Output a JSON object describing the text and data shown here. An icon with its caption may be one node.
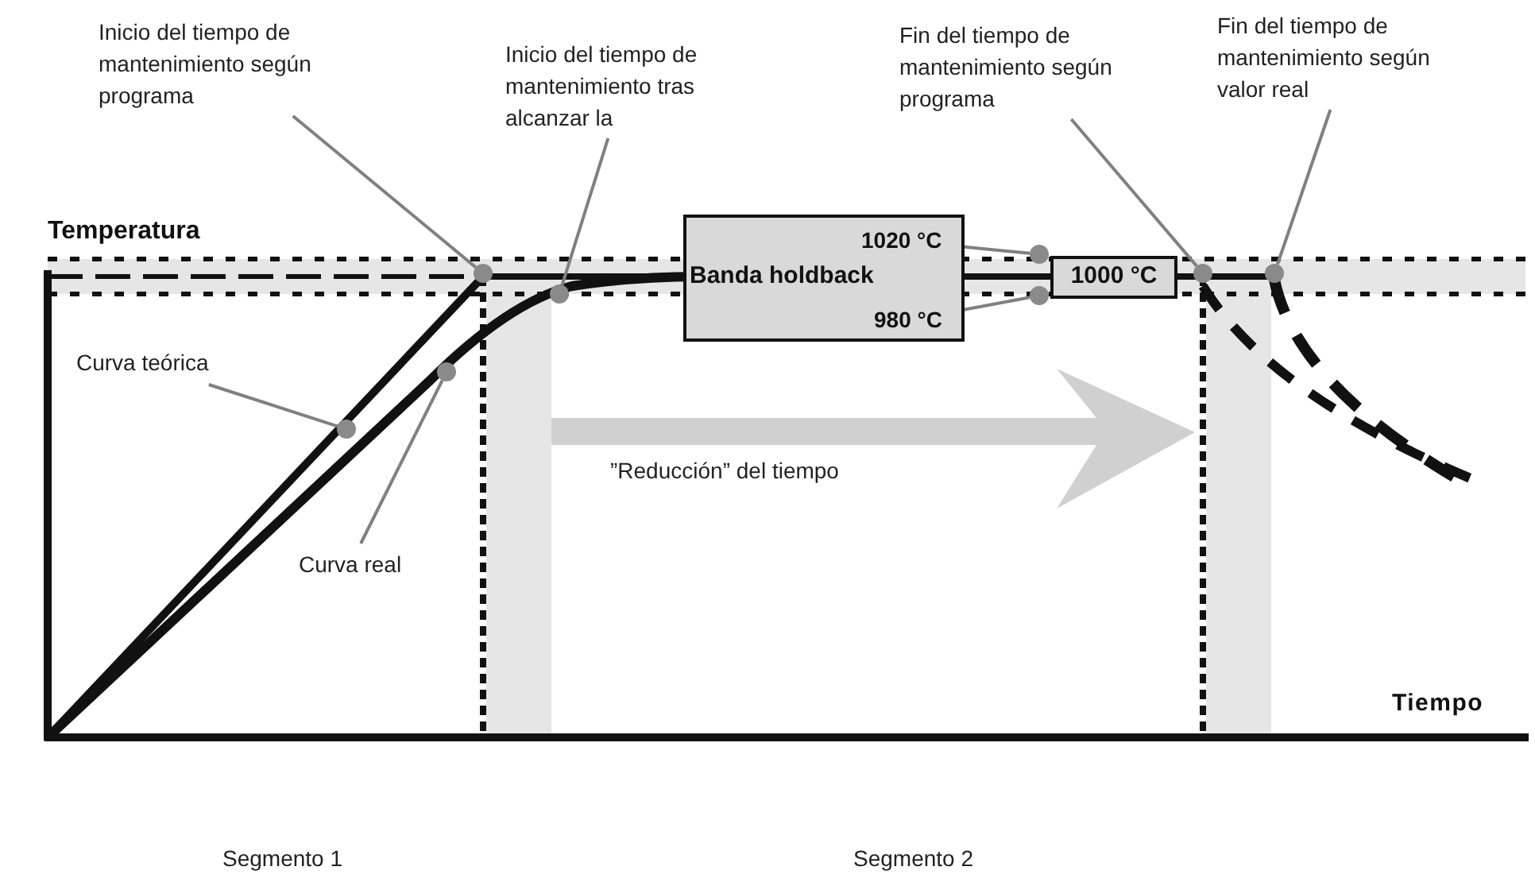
{
  "diagram": {
    "nodes": [
      {
        "text": [
          "Inicio del tiempo de mantenimiento según programa"
        ]
      },
      {
        "text": [],
        "shape": "circle"
      },
      {
        "text": [
          "Inicio del tiempo de mantenimiento tras alcanzar la"
        ]
      },
      {
        "text": [],
        "shape": "circle"
      },
      {
        "text": [
          "Fin del tiempo de mantenimiento según programa"
        ]
      },
      {
        "text": [],
        "shape": "circle"
      },
      {
        "text": [
          "Fin del tiempo de mantenimiento según valor real"
        ]
      },
      {
        "text": [],
        "shape": "circle"
      },
      {
        "text": [
          "Curva teórica"
        ]
      },
      {
        "text": [],
        "shape": "circle"
      },
      {
        "text": [
          "Curva real"
        ]
      },
      {
        "text": [],
        "shape": "circle"
      },
      {
        "text": [
          "Banda holdback"
        ]
      },
      {
        "text": [
          "1020 °C"
        ],
        "in": 12
      },
      {
        "text": [],
        "shape": "circle"
      },
      {
        "text": [
          "980 °C"
        ],
        "in": 12
      },
      {
        "text": [],
        "shape": "circle"
      },
      {
        "text": [
          "1000 °C"
        ]
      }
    ],
    "edges": [
      {
        "from": 0,
        "to": 1,
        "arrow": "none"
      },
      {
        "from": 2,
        "to": 3,
        "arrow": "none"
      },
      {
        "from": 4,
        "to": 5,
        "arrow": "none"
      },
      {
        "from": 6,
        "to": 7,
        "arrow": "none"
      },
      {
        "from": 8,
        "to": 9,
        "arrow": "none"
      },
      {
        "from": 10,
        "to": 11,
        "arrow": "none"
      },
      {
        "from": 13,
        "to": 14,
        "arrow": "none"
      },
      {
        "from": 15,
        "to": 16,
        "arrow": "none"
      }
    ],
    "labels": [
      "Temperatura",
      "”Reducción” del tiempo",
      "Tiempo",
      "Segmento 1",
      "Segmento 2"
    ]
  }
}
